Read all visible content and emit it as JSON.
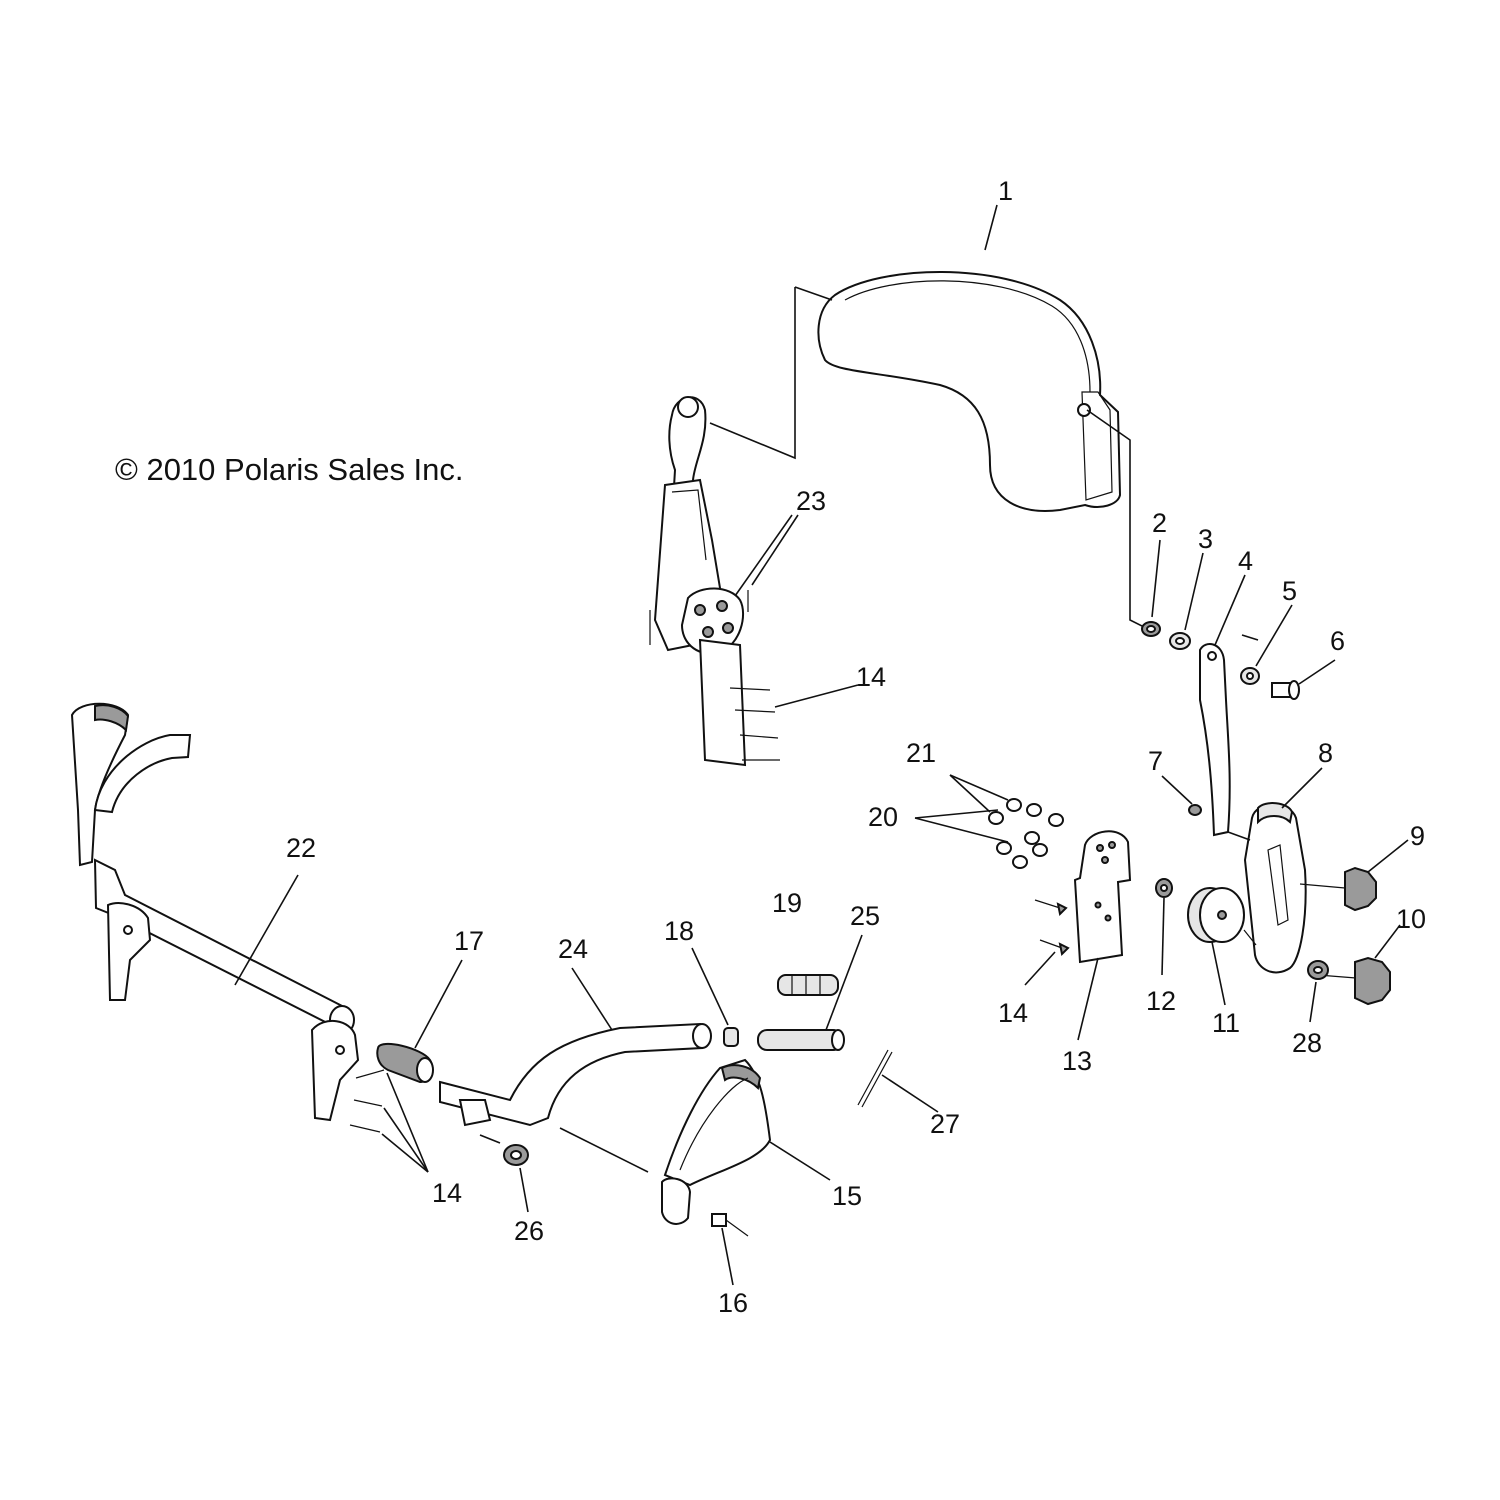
{
  "copyright": "© 2010 Polaris Sales Inc.",
  "callouts": {
    "c1": "1",
    "c2": "2",
    "c3": "3",
    "c4": "4",
    "c5": "5",
    "c6": "6",
    "c7": "7",
    "c8": "8",
    "c9": "9",
    "c10": "10",
    "c11": "11",
    "c12": "12",
    "c13": "13",
    "c14a": "14",
    "c14b": "14",
    "c14c": "14",
    "c15": "15",
    "c16": "16",
    "c17": "17",
    "c18": "18",
    "c19": "19",
    "c20": "20",
    "c21": "21",
    "c22": "22",
    "c23": "23",
    "c24": "24",
    "c25": "25",
    "c26": "26",
    "c27": "27",
    "c28": "28"
  },
  "colors": {
    "line": "#111111",
    "background": "#ffffff",
    "shade": "#9a9a9a"
  }
}
